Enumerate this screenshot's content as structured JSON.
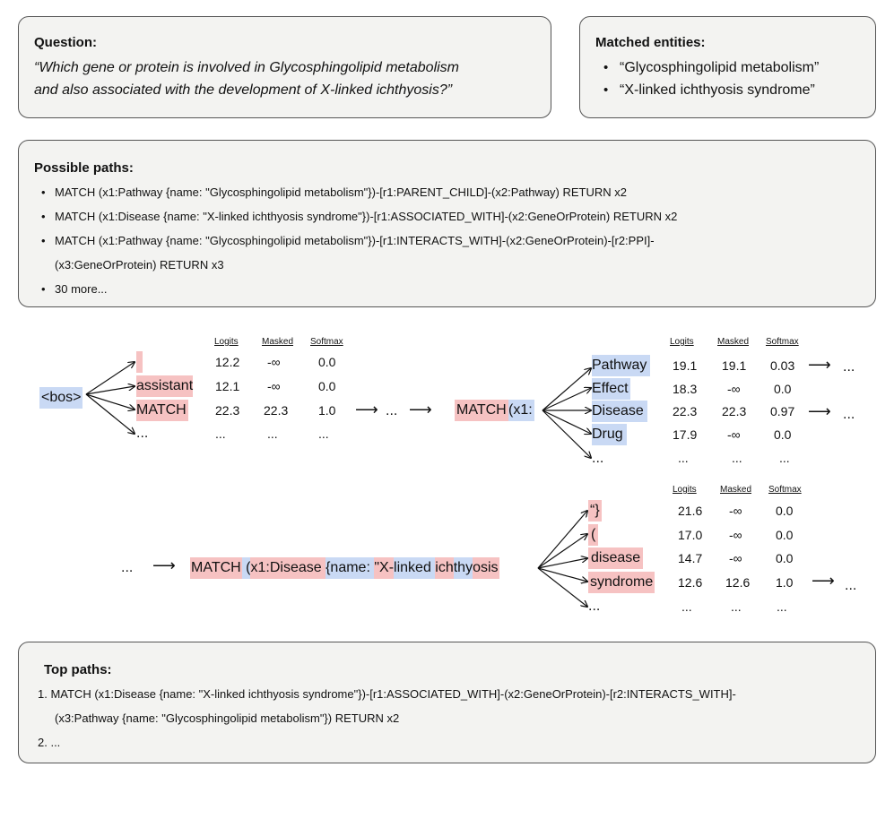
{
  "question": {
    "heading": "Question:",
    "text_line1": "“Which gene or protein is involved in Glycosphingolipid metabolism",
    "text_line2": "and also associated with the development of X-linked ichthyosis?”"
  },
  "matched": {
    "heading": "Matched entities:",
    "items": [
      "“Glycosphingolipid metabolism”",
      "“X-linked ichthyosis syndrome”"
    ]
  },
  "possible_paths": {
    "heading": "Possible paths:",
    "items": [
      "MATCH (x1:Pathway {name: \"Glycosphingolipid metabolism\"})-[r1:PARENT_CHILD]-(x2:Pathway) RETURN x2",
      "MATCH (x1:Disease {name: \"X-linked ichthyosis syndrome\"})-[r1:ASSOCIATED_WITH]-(x2:GeneOrProtein) RETURN x2",
      "MATCH (x1:Pathway {name: \"Glycosphingolipid metabolism\"})-[r1:INTERACTS_WITH]-(x2:GeneOrProtein)-[r2:PPI]-",
      "(x3:GeneOrProtein) RETURN x3",
      "30 more..."
    ]
  },
  "headers": {
    "logits": "Logits",
    "masked": "Masked",
    "softmax": "Softmax"
  },
  "symbols": {
    "arrow": "⟶",
    "ellipsis": "...",
    "bullet": "•"
  },
  "step1": {
    "source": "<bos>",
    "rows": [
      {
        "token": "",
        "logit": "12.2",
        "masked": "-∞",
        "softmax": "0.0"
      },
      {
        "token": "assistant",
        "logit": "12.1",
        "masked": "-∞",
        "softmax": "0.0"
      },
      {
        "token": "MATCH",
        "logit": "22.3",
        "masked": "22.3",
        "softmax": "1.0"
      },
      {
        "token": "...",
        "logit": "...",
        "masked": "...",
        "softmax": "..."
      }
    ]
  },
  "step2": {
    "source_tokens": [
      "MATCH",
      " (x1:"
    ],
    "rows": [
      {
        "token": "Pathway",
        "logit": "19.1",
        "masked": "19.1",
        "softmax": "0.03"
      },
      {
        "token": "Effect",
        "logit": "18.3",
        "masked": "-∞",
        "softmax": "0.0"
      },
      {
        "token": "Disease",
        "logit": "22.3",
        "masked": "22.3",
        "softmax": "0.97"
      },
      {
        "token": "Drug",
        "logit": "17.9",
        "masked": "-∞",
        "softmax": "0.0"
      },
      {
        "token": "...",
        "logit": "...",
        "masked": "...",
        "softmax": "..."
      }
    ]
  },
  "step3": {
    "source_tokens": [
      "MATCH",
      " (",
      "x1:Disease ",
      "{name: ",
      "\"X-",
      "linked ",
      "ich",
      "thy",
      "osis"
    ],
    "rows": [
      {
        "token": "“}",
        "logit": "21.6",
        "masked": "-∞",
        "softmax": "0.0"
      },
      {
        "token": "(",
        "logit": "17.0",
        "masked": "-∞",
        "softmax": "0.0"
      },
      {
        "token": "disease",
        "logit": "14.7",
        "masked": "-∞",
        "softmax": "0.0"
      },
      {
        "token": "syndrome",
        "logit": "12.6",
        "masked": "12.6",
        "softmax": "1.0"
      },
      {
        "token": "...",
        "logit": "...",
        "masked": "...",
        "softmax": "..."
      }
    ]
  },
  "top_paths": {
    "heading": "Top paths:",
    "items": [
      "1. MATCH (x1:Disease {name: \"X-linked ichthyosis syndrome\"})-[r1:ASSOCIATED_WITH]-(x2:GeneOrProtein)-[r2:INTERACTS_WITH]-",
      "(x3:Pathway {name: \"Glycosphingolipid metabolism\"}) RETURN x2",
      "2. ..."
    ]
  }
}
